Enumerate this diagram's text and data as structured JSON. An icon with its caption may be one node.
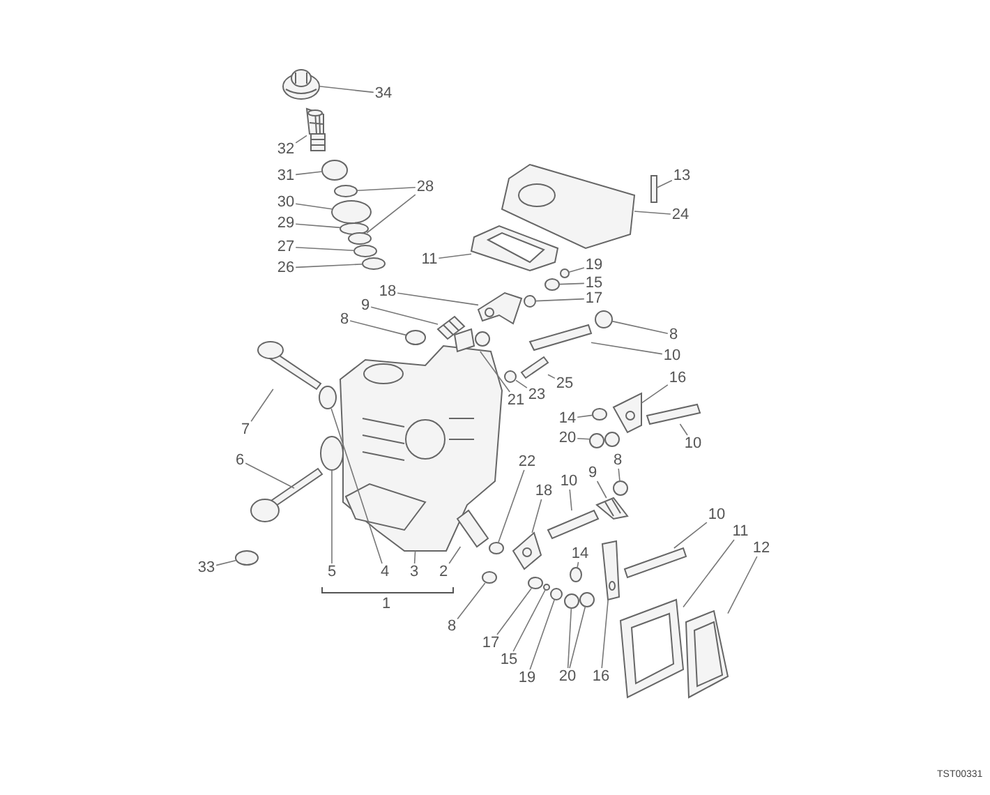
{
  "diagram": {
    "nodes": [
      {
        "text": [
          "34"
        ]
      },
      {
        "text": [
          "32"
        ]
      },
      {
        "text": [
          "31"
        ]
      },
      {
        "text": [
          "30"
        ]
      },
      {
        "text": [
          "29"
        ]
      },
      {
        "text": [
          "28"
        ]
      },
      {
        "text": [
          "27"
        ]
      },
      {
        "text": [
          "26"
        ]
      },
      {
        "text": [
          "13"
        ]
      },
      {
        "text": [
          "24"
        ]
      },
      {
        "text": [
          "11"
        ]
      },
      {
        "text": [
          "19"
        ]
      },
      {
        "text": [
          "15"
        ]
      },
      {
        "text": [
          "17"
        ]
      },
      {
        "text": [
          "18"
        ]
      },
      {
        "text": [
          "9"
        ]
      },
      {
        "text": [
          "8"
        ]
      },
      {
        "text": [
          "8"
        ]
      },
      {
        "text": [
          "10"
        ]
      },
      {
        "text": [
          "25"
        ]
      },
      {
        "text": [
          "23"
        ]
      },
      {
        "text": [
          "21"
        ]
      },
      {
        "text": [
          "16"
        ]
      },
      {
        "text": [
          "14"
        ]
      },
      {
        "text": [
          "20"
        ]
      },
      {
        "text": [
          "10"
        ]
      },
      {
        "text": [
          "7"
        ]
      },
      {
        "text": [
          "6"
        ]
      },
      {
        "text": [
          "22"
        ]
      },
      {
        "text": [
          "18"
        ]
      },
      {
        "text": [
          "10"
        ]
      },
      {
        "text": [
          "9"
        ]
      },
      {
        "text": [
          "8"
        ]
      },
      {
        "text": [
          "33"
        ]
      },
      {
        "text": [
          "5"
        ]
      },
      {
        "text": [
          "4"
        ]
      },
      {
        "text": [
          "3"
        ]
      },
      {
        "text": [
          "2"
        ]
      },
      {
        "text": [
          "10"
        ]
      },
      {
        "text": [
          "11"
        ]
      },
      {
        "text": [
          "12"
        ]
      },
      {
        "text": [
          "14"
        ]
      },
      {
        "text": [
          "8"
        ]
      },
      {
        "text": [
          "17"
        ]
      },
      {
        "text": [
          "15"
        ]
      },
      {
        "text": [
          "19"
        ]
      },
      {
        "text": [
          "20"
        ]
      },
      {
        "text": [
          "16"
        ]
      },
      {
        "text": [],
        "shape": "picture"
      },
      {
        "text": [],
        "shape": "picture"
      },
      {
        "text": [],
        "shape": "circle"
      },
      {
        "text": [],
        "shape": "circle"
      },
      {
        "text": [],
        "shape": "circle"
      },
      {
        "text": [],
        "shape": "circle"
      },
      {
        "text": [],
        "shape": "circle"
      },
      {
        "text": [],
        "shape": "circle"
      },
      {
        "text": [],
        "shape": "circle"
      },
      {
        "text": [],
        "shape": "bar"
      },
      {
        "text": [],
        "shape": "picture"
      },
      {
        "text": [],
        "shape": "picture"
      },
      {
        "text": [],
        "shape": "circle"
      },
      {
        "text": [],
        "shape": "circle"
      },
      {
        "text": [],
        "shape": "circle"
      },
      {
        "text": [],
        "shape": "picture"
      },
      {
        "text": [],
        "shape": "picture"
      },
      {
        "text": [],
        "shape": "circle"
      },
      {
        "text": [],
        "shape": "circle"
      },
      {
        "text": [],
        "shape": "bar"
      },
      {
        "text": [],
        "shape": "bar"
      },
      {
        "text": [],
        "shape": "circle"
      },
      {
        "text": [],
        "shape": "picture"
      },
      {
        "text": [],
        "shape": "picture"
      },
      {
        "text": [],
        "shape": "circle"
      },
      {
        "text": [],
        "shape": "picture"
      },
      {
        "text": [],
        "shape": "bar"
      },
      {
        "text": [],
        "shape": "picture"
      },
      {
        "text": [],
        "shape": "picture"
      },
      {
        "text": [],
        "shape": "circle"
      },
      {
        "text": [],
        "shape": "picture"
      },
      {
        "text": [],
        "shape": "bar"
      },
      {
        "text": [],
        "shape": "picture"
      },
      {
        "text": [],
        "shape": "circle"
      },
      {
        "text": [],
        "shape": "circle"
      },
      {
        "text": [],
        "shape": "circle"
      },
      {
        "text": [],
        "shape": "circle"
      },
      {
        "text": [],
        "shape": "picture"
      },
      {
        "text": [],
        "shape": "bar"
      },
      {
        "text": [],
        "shape": "bar"
      },
      {
        "text": [],
        "shape": "picture"
      },
      {
        "text": [],
        "shape": "picture"
      },
      {
        "text": [],
        "shape": "circle"
      },
      {
        "text": [],
        "shape": "circle"
      },
      {
        "text": [],
        "shape": "circle"
      },
      {
        "text": [],
        "shape": "circle"
      },
      {
        "text": [],
        "shape": "circle"
      },
      {
        "text": [],
        "shape": "circle"
      },
      {
        "text": [],
        "shape": "circle"
      },
      {
        "text": [],
        "shape": "picture"
      }
    ],
    "edges": [
      {
        "from": 0,
        "to": 48,
        "arrow": "none"
      },
      {
        "from": 1,
        "to": 49,
        "arrow": "none"
      },
      {
        "from": 2,
        "to": 50,
        "arrow": "none"
      },
      {
        "from": 3,
        "to": 51,
        "arrow": "none"
      },
      {
        "from": 4,
        "to": 52,
        "arrow": "none"
      },
      {
        "from": 5,
        "to": 53,
        "arrow": "none"
      },
      {
        "from": 5,
        "to": 54,
        "arrow": "none"
      },
      {
        "from": 6,
        "to": 55,
        "arrow": "none"
      },
      {
        "from": 7,
        "to": 56,
        "arrow": "none"
      },
      {
        "from": 8,
        "to": 57,
        "arrow": "none"
      },
      {
        "from": 9,
        "to": 58,
        "arrow": "none"
      },
      {
        "from": 10,
        "to": 59,
        "arrow": "none"
      },
      {
        "from": 11,
        "to": 60,
        "arrow": "none"
      },
      {
        "from": 12,
        "to": 61,
        "arrow": "none"
      },
      {
        "from": 13,
        "to": 62,
        "arrow": "none"
      },
      {
        "from": 14,
        "to": 63,
        "arrow": "none"
      },
      {
        "from": 15,
        "to": 64,
        "arrow": "none"
      },
      {
        "from": 16,
        "to": 65,
        "arrow": "none"
      },
      {
        "from": 17,
        "to": 66,
        "arrow": "none"
      },
      {
        "from": 18,
        "to": 67,
        "arrow": "none"
      },
      {
        "from": 19,
        "to": 68,
        "arrow": "none"
      },
      {
        "from": 20,
        "to": 69,
        "arrow": "none"
      },
      {
        "from": 21,
        "to": 70,
        "arrow": "none"
      },
      {
        "from": 22,
        "to": 71,
        "arrow": "none"
      },
      {
        "from": 23,
        "to": 72,
        "arrow": "none"
      },
      {
        "from": 24,
        "to": 73,
        "arrow": "none"
      },
      {
        "from": 25,
        "to": 74,
        "arrow": "none"
      },
      {
        "from": 26,
        "to": 75,
        "arrow": "none"
      },
      {
        "from": 27,
        "to": 76,
        "arrow": "none"
      },
      {
        "from": 28,
        "to": 77,
        "arrow": "none"
      },
      {
        "from": 29,
        "to": 78,
        "arrow": "none"
      },
      {
        "from": 30,
        "to": 79,
        "arrow": "none"
      },
      {
        "from": 31,
        "to": 80,
        "arrow": "none"
      },
      {
        "from": 32,
        "to": 81,
        "arrow": "none"
      },
      {
        "from": 33,
        "to": 82,
        "arrow": "none"
      },
      {
        "from": 34,
        "to": 83,
        "arrow": "none"
      },
      {
        "from": 35,
        "to": 84,
        "arrow": "none"
      },
      {
        "from": 36,
        "to": 85,
        "arrow": "none"
      },
      {
        "from": 37,
        "to": 86,
        "arrow": "none"
      },
      {
        "from": 38,
        "to": 87,
        "arrow": "none"
      },
      {
        "from": 39,
        "to": 88,
        "arrow": "none"
      },
      {
        "from": 40,
        "to": 89,
        "arrow": "none"
      },
      {
        "from": 41,
        "to": 90,
        "arrow": "none"
      },
      {
        "from": 42,
        "to": 91,
        "arrow": "none"
      },
      {
        "from": 43,
        "to": 92,
        "arrow": "none"
      },
      {
        "from": 44,
        "to": 93,
        "arrow": "none"
      },
      {
        "from": 45,
        "to": 94,
        "arrow": "none"
      },
      {
        "from": 46,
        "to": 95,
        "arrow": "none"
      },
      {
        "from": 46,
        "to": 96,
        "arrow": "none"
      },
      {
        "from": 47,
        "to": 97,
        "arrow": "none"
      }
    ],
    "labels": [
      "1",
      "TST00331"
    ]
  }
}
